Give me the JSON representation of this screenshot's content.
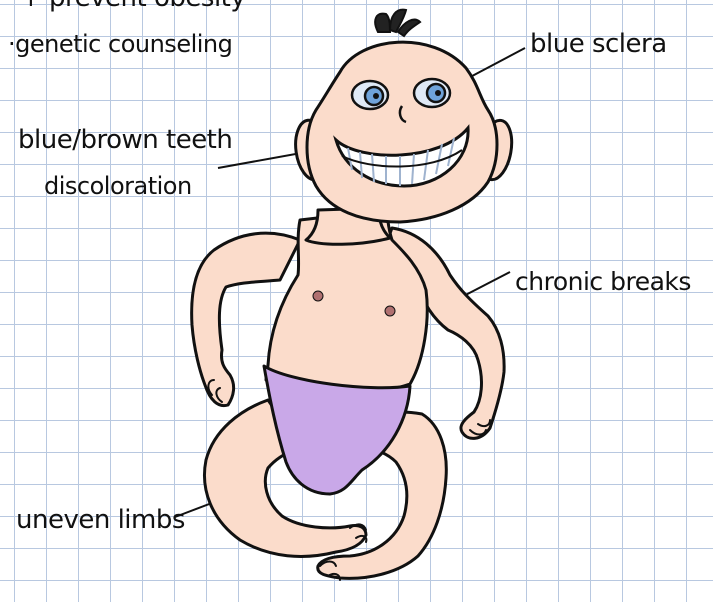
{
  "notes": {
    "line1": "+ prevent obesity",
    "line2": "·genetic counseling"
  },
  "labels": {
    "sclera": "blue sclera",
    "teeth_line1": "blue/brown teeth",
    "teeth_line2": "discoloration",
    "breaks": "chronic breaks",
    "limbs": "uneven limbs"
  },
  "colors": {
    "skin": "#fbdccb",
    "outline": "#111111",
    "diaper": "#c9a8e8",
    "iris": "#6fa3da",
    "teeth": "#ffffff",
    "teeth_shade": "#9fb3cf",
    "nipple": "#b07070",
    "grid": "#b8c8e0"
  }
}
